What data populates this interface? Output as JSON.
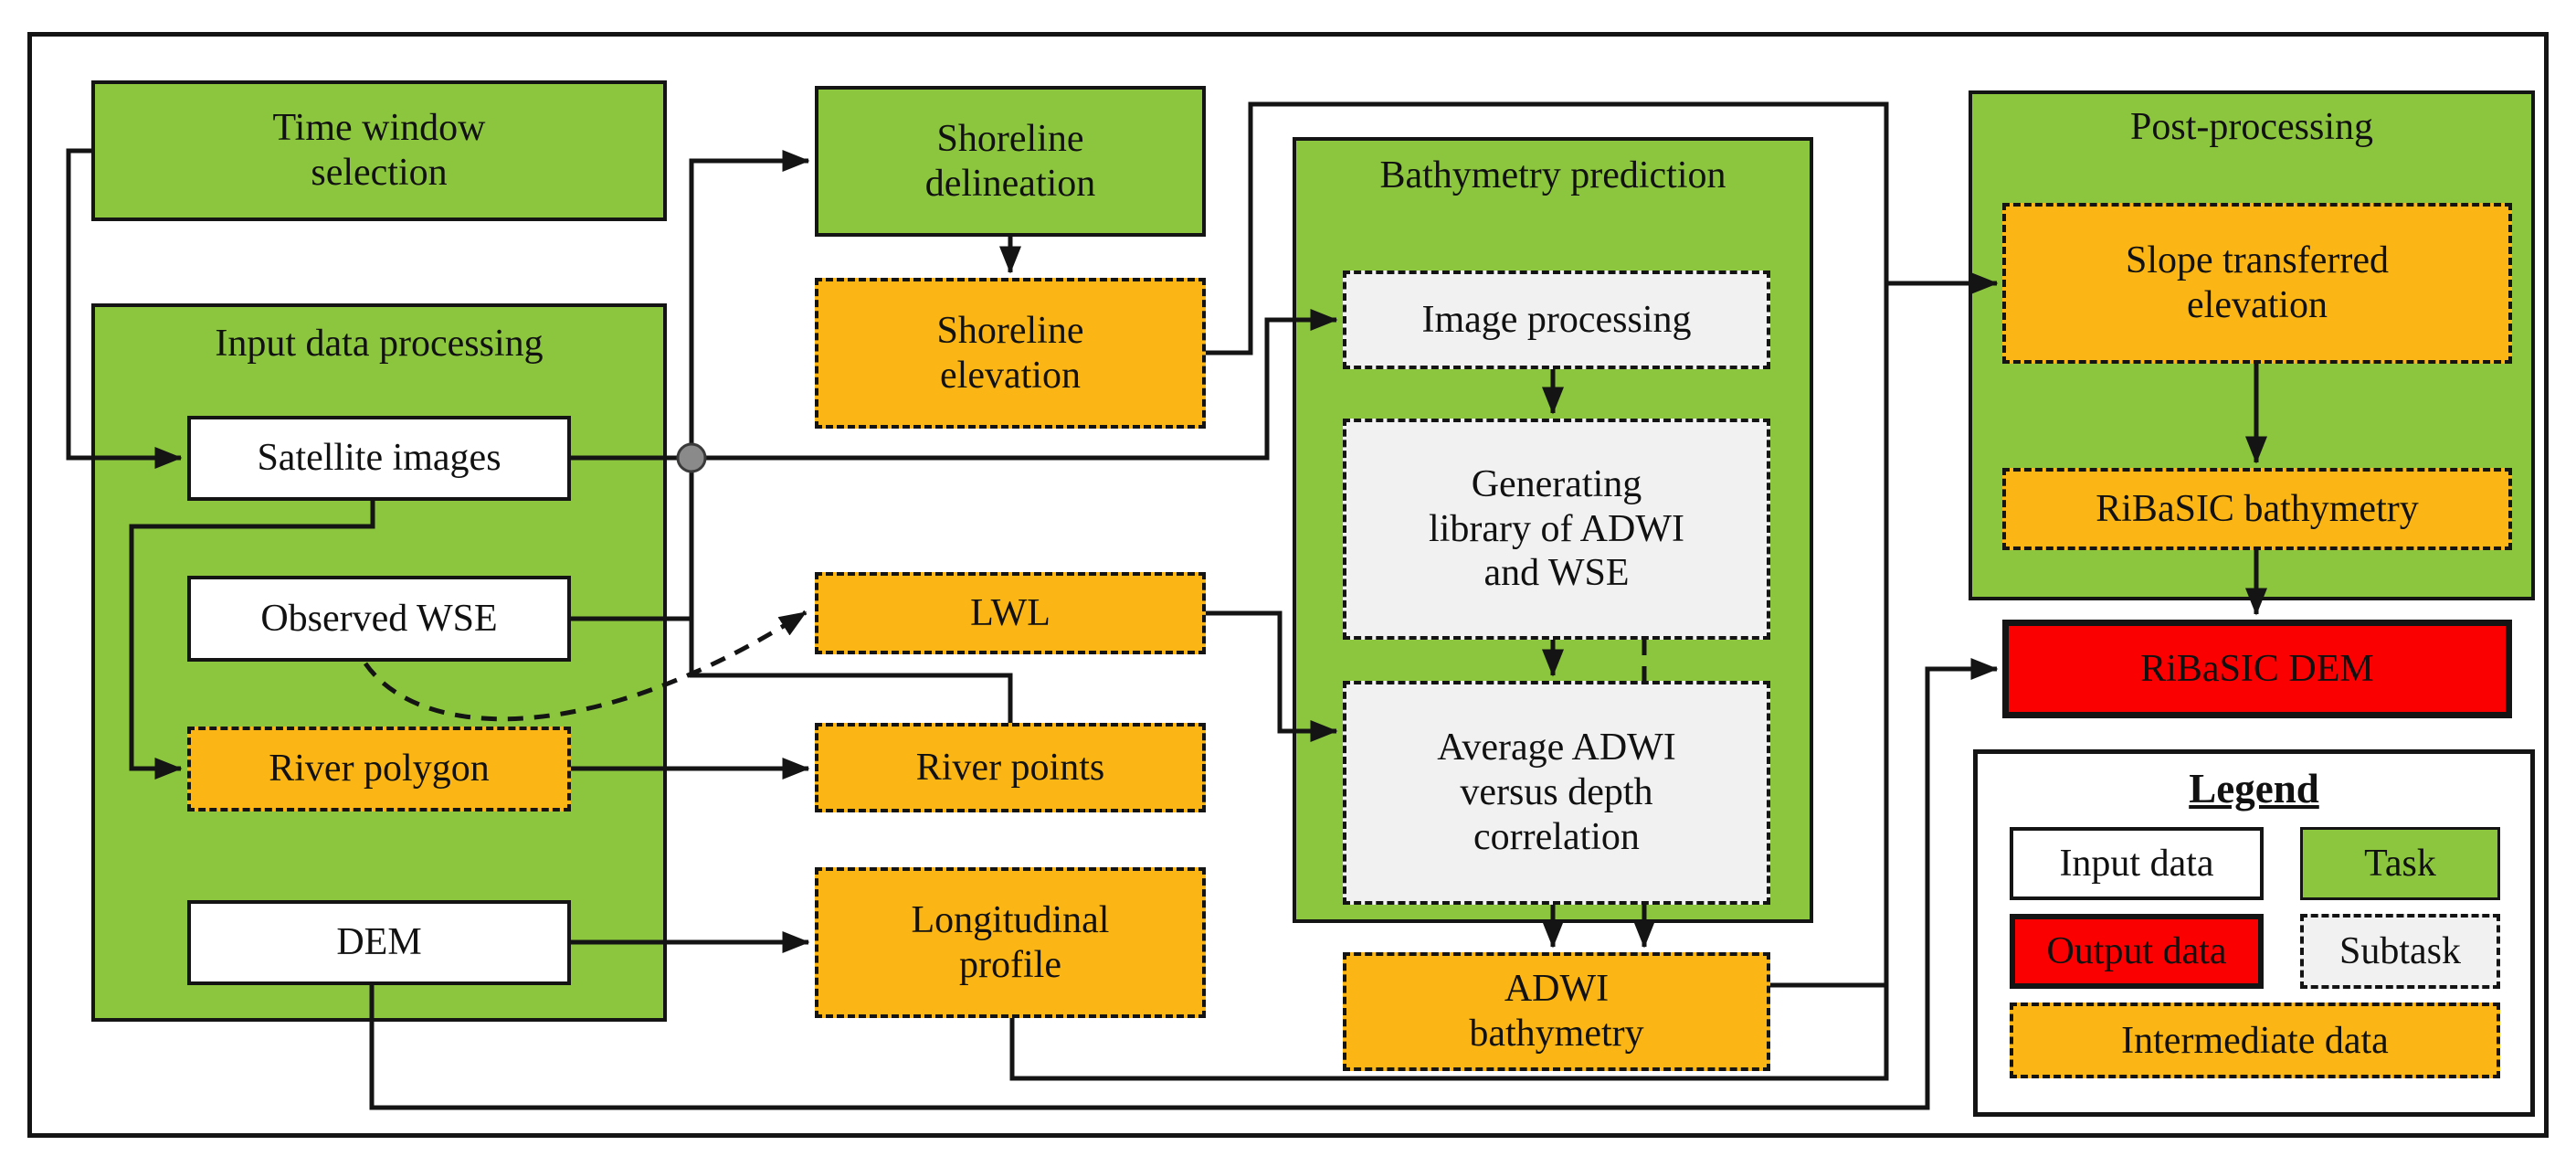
{
  "colors": {
    "green": "#8CC63E",
    "orange": "#FBB615",
    "red": "#FB0000",
    "subtask": "#F1F1F1",
    "line": "#141414",
    "dot": "#8A8A8A"
  },
  "nodes": {
    "time_window": {
      "label": "Time window\nselection",
      "type": "task"
    },
    "input_processing": {
      "label": "Input data processing",
      "type": "task"
    },
    "satellite": {
      "label": "Satellite images",
      "type": "input"
    },
    "observed_wse": {
      "label": "Observed WSE",
      "type": "input"
    },
    "river_polygon": {
      "label": "River polygon",
      "type": "intermediate"
    },
    "dem": {
      "label": "DEM",
      "type": "input"
    },
    "shoreline_delineation": {
      "label": "Shoreline\ndelineation",
      "type": "task"
    },
    "shoreline_elevation": {
      "label": "Shoreline\nelevation",
      "type": "intermediate"
    },
    "lwl": {
      "label": "LWL",
      "type": "intermediate"
    },
    "river_points": {
      "label": "River points",
      "type": "intermediate"
    },
    "longitudinal_profile": {
      "label": "Longitudinal\nprofile",
      "type": "intermediate"
    },
    "bathymetry_prediction": {
      "label": "Bathymetry prediction",
      "type": "task"
    },
    "image_processing": {
      "label": "Image processing",
      "type": "subtask"
    },
    "generating_library": {
      "label": "Generating\nlibrary of ADWI\nand WSE",
      "type": "subtask"
    },
    "average_adwi": {
      "label": "Average ADWI\nversus depth\ncorrelation",
      "type": "subtask"
    },
    "adwi_bathymetry": {
      "label": "ADWI\nbathymetry",
      "type": "intermediate"
    },
    "post_processing": {
      "label": "Post-processing",
      "type": "task"
    },
    "slope_transferred": {
      "label": "Slope transferred\nelevation",
      "type": "intermediate"
    },
    "ribasic_bathymetry": {
      "label": "RiBaSIC bathymetry",
      "type": "intermediate"
    },
    "ribasic_dem": {
      "label": "RiBaSIC DEM",
      "type": "output"
    }
  },
  "legend": {
    "title": "Legend",
    "input": "Input data",
    "task": "Task",
    "output": "Output data",
    "subtask": "Subtask",
    "intermediate": "Intermediate data"
  },
  "edges": [
    {
      "from": "time_window",
      "to": "satellite",
      "style": "solid"
    },
    {
      "from": "satellite",
      "to": "shoreline_delineation",
      "style": "solid"
    },
    {
      "from": "satellite",
      "to": "image_processing",
      "style": "solid"
    },
    {
      "from": "satellite",
      "to": "river_points",
      "style": "solid"
    },
    {
      "from": "satellite",
      "to": "river_polygon",
      "style": "solid"
    },
    {
      "from": "observed_wse",
      "to": "river_points",
      "style": "solid"
    },
    {
      "from": "observed_wse",
      "to": "lwl",
      "style": "dashed"
    },
    {
      "from": "river_polygon",
      "to": "river_points",
      "style": "solid"
    },
    {
      "from": "dem",
      "to": "longitudinal_profile",
      "style": "solid"
    },
    {
      "from": "shoreline_delineation",
      "to": "shoreline_elevation",
      "style": "solid"
    },
    {
      "from": "shoreline_elevation",
      "to": "slope_transferred",
      "style": "solid"
    },
    {
      "from": "adwi_bathymetry",
      "to": "slope_transferred",
      "style": "solid"
    },
    {
      "from": "longitudinal_profile",
      "to": "slope_transferred",
      "style": "solid"
    },
    {
      "from": "lwl",
      "to": "average_adwi",
      "style": "solid"
    },
    {
      "from": "image_processing",
      "to": "generating_library",
      "style": "solid"
    },
    {
      "from": "generating_library",
      "to": "average_adwi",
      "style": "solid"
    },
    {
      "from": "generating_library",
      "to": "average_adwi",
      "style": "dashed"
    },
    {
      "from": "average_adwi",
      "to": "adwi_bathymetry",
      "style": "solid"
    },
    {
      "from": "average_adwi",
      "to": "adwi_bathymetry",
      "style": "dashed"
    },
    {
      "from": "slope_transferred",
      "to": "ribasic_bathymetry",
      "style": "solid"
    },
    {
      "from": "ribasic_bathymetry",
      "to": "ribasic_dem",
      "style": "solid"
    },
    {
      "from": "dem",
      "to": "ribasic_dem",
      "style": "solid"
    }
  ]
}
